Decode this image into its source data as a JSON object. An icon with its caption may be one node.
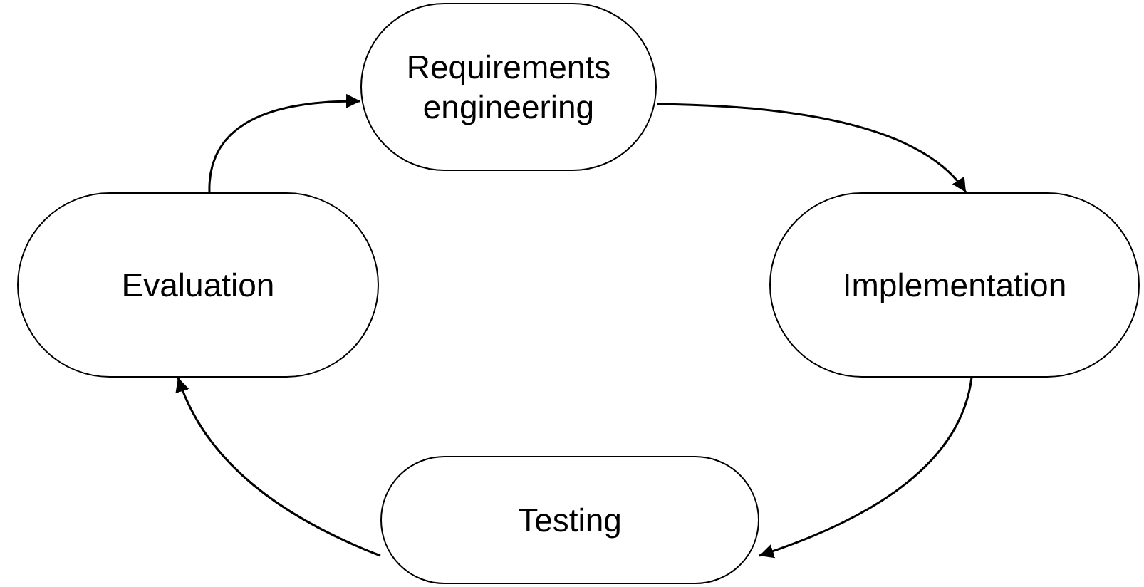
{
  "diagram": {
    "nodes": [
      {
        "text": [
          "Requirements engineering"
        ]
      },
      {
        "text": [
          "Implementation"
        ]
      },
      {
        "text": [
          "Testing"
        ]
      },
      {
        "text": [
          "Evaluation"
        ]
      }
    ],
    "edges": [
      {
        "from": 0,
        "to": 1,
        "arrow": "to"
      },
      {
        "from": 1,
        "to": 2,
        "arrow": "to"
      },
      {
        "from": 2,
        "to": 3,
        "arrow": "to"
      },
      {
        "from": 3,
        "to": 0,
        "arrow": "to"
      }
    ]
  }
}
